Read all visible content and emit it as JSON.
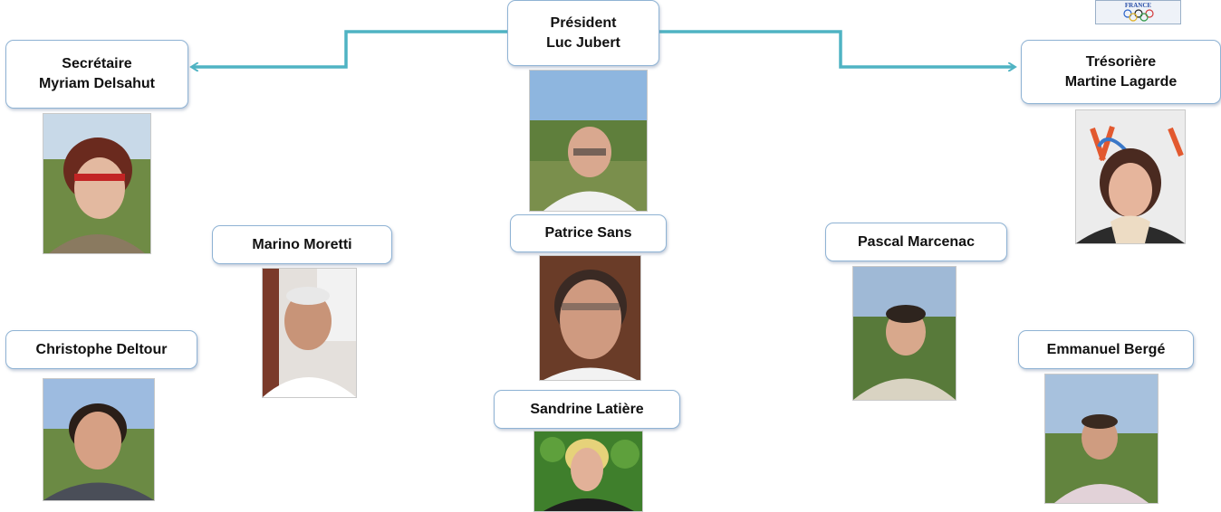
{
  "colors": {
    "connector": "#4fb3c3",
    "box_border": "#8fb3d4"
  },
  "logo": {
    "text": "FRANCE",
    "icon": "olympic-rings-icon"
  },
  "members": {
    "president": {
      "role": "Président",
      "name": "Luc Jubert"
    },
    "secretary": {
      "role": "Secrétaire",
      "name": "Myriam Delsahut"
    },
    "treasurer": {
      "role": "Trésorière",
      "name": "Martine Lagarde"
    },
    "patrice": {
      "name": "Patrice Sans"
    },
    "marino": {
      "name": "Marino Moretti"
    },
    "pascal": {
      "name": "Pascal Marcenac"
    },
    "christophe": {
      "name": "Christophe Deltour"
    },
    "sandrine": {
      "name": "Sandrine Latière"
    },
    "emmanuel": {
      "name": "Emmanuel Bergé"
    }
  }
}
